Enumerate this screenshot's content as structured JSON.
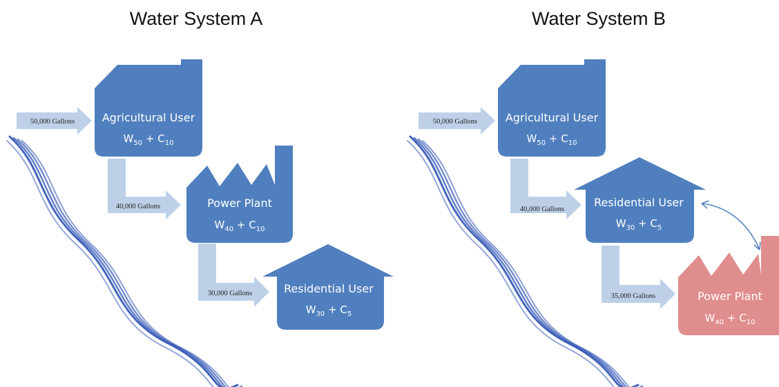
{
  "colors": {
    "node_blue": "#4F7FBE",
    "node_pink": "#E08D8D",
    "flow_arrow": "#BDD0E8",
    "river": "#3A5DB8",
    "text_dark": "#111111",
    "text_white": "#FFFFFF"
  },
  "systems": [
    {
      "title": "Water System A",
      "nodes": [
        {
          "name": "Agricultural User",
          "formula": {
            "w": "W",
            "w_sub": "50",
            "c": "C",
            "c_sub": "10"
          },
          "icon": "factory-chimney-icon"
        },
        {
          "name": "Power Plant",
          "formula": {
            "w": "W",
            "w_sub": "40",
            "c": "C",
            "c_sub": "10"
          },
          "icon": "sawtooth-factory-icon"
        },
        {
          "name": "Residential User",
          "formula": {
            "w": "W",
            "w_sub": "30",
            "c": "C",
            "c_sub": "5"
          },
          "icon": "house-icon"
        }
      ],
      "flows": [
        "50,000 Gallons",
        "40,000 Gallons",
        "30,000 Gallons"
      ]
    },
    {
      "title": "Water System B",
      "nodes": [
        {
          "name": "Agricultural User",
          "formula": {
            "w": "W",
            "w_sub": "50",
            "c": "C",
            "c_sub": "10"
          },
          "icon": "factory-chimney-icon"
        },
        {
          "name": "Residential User",
          "formula": {
            "w": "W",
            "w_sub": "30",
            "c": "C",
            "c_sub": "5"
          },
          "icon": "house-icon"
        },
        {
          "name": "Power Plant",
          "formula": {
            "w": "W",
            "w_sub": "40",
            "c": "C",
            "c_sub": "10"
          },
          "icon": "sawtooth-factory-icon"
        }
      ],
      "flows": [
        "50,000 Gallons",
        "40,000 Gallons",
        "35,000 Gallons"
      ]
    }
  ]
}
